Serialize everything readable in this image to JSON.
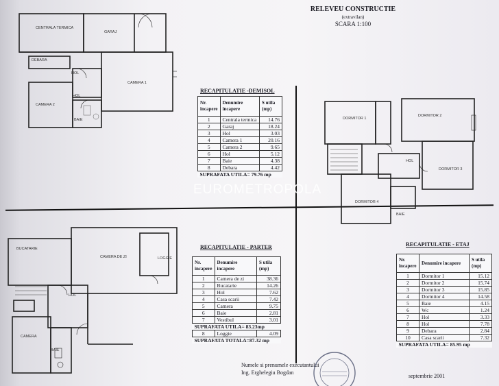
{
  "header": {
    "title": "RELEVEU CONSTRUCTIE",
    "subtitle": "(extravilan)",
    "scale": "SCARA 1:100"
  },
  "plans": {
    "demisol": {
      "rooms": [
        "CENTRALA TERMICA",
        "GARAJ",
        "CAMERA 1",
        "DEBARA",
        "HOL",
        "CAMERA 2",
        "HOL",
        "BAIE"
      ]
    },
    "parter": {
      "rooms": [
        "BUCATARIE",
        "CAMERA DE ZI",
        "LOGGIE",
        "HOL",
        "CAMERA",
        "BAIE"
      ]
    },
    "etaj": {
      "rooms": [
        "DORMITOR 1",
        "DORMITOR 2",
        "DORMITOR 3",
        "HOL",
        "DORMITOR 4",
        "BAIE"
      ]
    }
  },
  "demisol_table": {
    "title": "RECAPITULATIE -DEMISOL",
    "headers": [
      "Nr. incapere",
      "Denumire incapere",
      "S utila (mp)"
    ],
    "rows": [
      [
        "1",
        "Centrala termica",
        "14.76"
      ],
      [
        "2",
        "Garaj",
        "18.24"
      ],
      [
        "3",
        "Hol",
        "3.03"
      ],
      [
        "4",
        "Camera 1",
        "20.16"
      ],
      [
        "5",
        "Camera 2",
        "9.65"
      ],
      [
        "6",
        "Hol",
        "5.12"
      ],
      [
        "7",
        "Baie",
        "4.38"
      ],
      [
        "8",
        "Debara",
        "4.42"
      ]
    ],
    "total": "SUPRAFATA UTILA= 79.76 mp"
  },
  "parter_table": {
    "title": "RECAPITULATIE - PARTER",
    "headers": [
      "Nr. incapere",
      "Denumire incapere",
      "S utila (mp)"
    ],
    "rows": [
      [
        "1",
        "Camera de zi",
        "38.36"
      ],
      [
        "2",
        "Bucatarie",
        "14.26"
      ],
      [
        "3",
        "Hol",
        "7.62"
      ],
      [
        "4",
        "Casa scarii",
        "7.42"
      ],
      [
        "5",
        "Camera",
        "9.75"
      ],
      [
        "6",
        "Baie",
        "2.81"
      ],
      [
        "7",
        "Vestibul",
        "3.01"
      ]
    ],
    "utila": "SUPRAFATA UTILA= 83.23mp",
    "loggia_row": [
      "8",
      "Loggie",
      "4.09"
    ],
    "totala": "SUPRAFATA TOTALA=87.32 mp"
  },
  "etaj_table": {
    "title": "RECAPITULATIE - ETAJ",
    "headers": [
      "Nr. incapere",
      "Denumire incapere",
      "S utila (mp)"
    ],
    "rows": [
      [
        "1",
        "Dormitor 1",
        "15.12"
      ],
      [
        "2",
        "Dormitor 2",
        "15.74"
      ],
      [
        "3",
        "Dormitor 3",
        "15.85"
      ],
      [
        "4",
        "Dormitor 4",
        "14.58"
      ],
      [
        "5",
        "Baie",
        "4.15"
      ],
      [
        "6",
        "Wc",
        "1.24"
      ],
      [
        "7",
        "Hol",
        "3.33"
      ],
      [
        "8",
        "Hol",
        "7.78"
      ],
      [
        "9",
        "Debara",
        "2.84"
      ],
      [
        "10",
        "Casa scarii",
        "7.32"
      ]
    ],
    "total": "SUPRAFATA UTILA= 85.95 mp"
  },
  "watermark": "EUROMETROPOLA",
  "footer": {
    "signature_label": "Numele si prenumele executantului",
    "engineer": "Ing. Erghelegiu Bogdan",
    "date": "septembrie 2001"
  },
  "colors": {
    "ink": "#1a1a22",
    "paper": "#f3f2f5"
  }
}
